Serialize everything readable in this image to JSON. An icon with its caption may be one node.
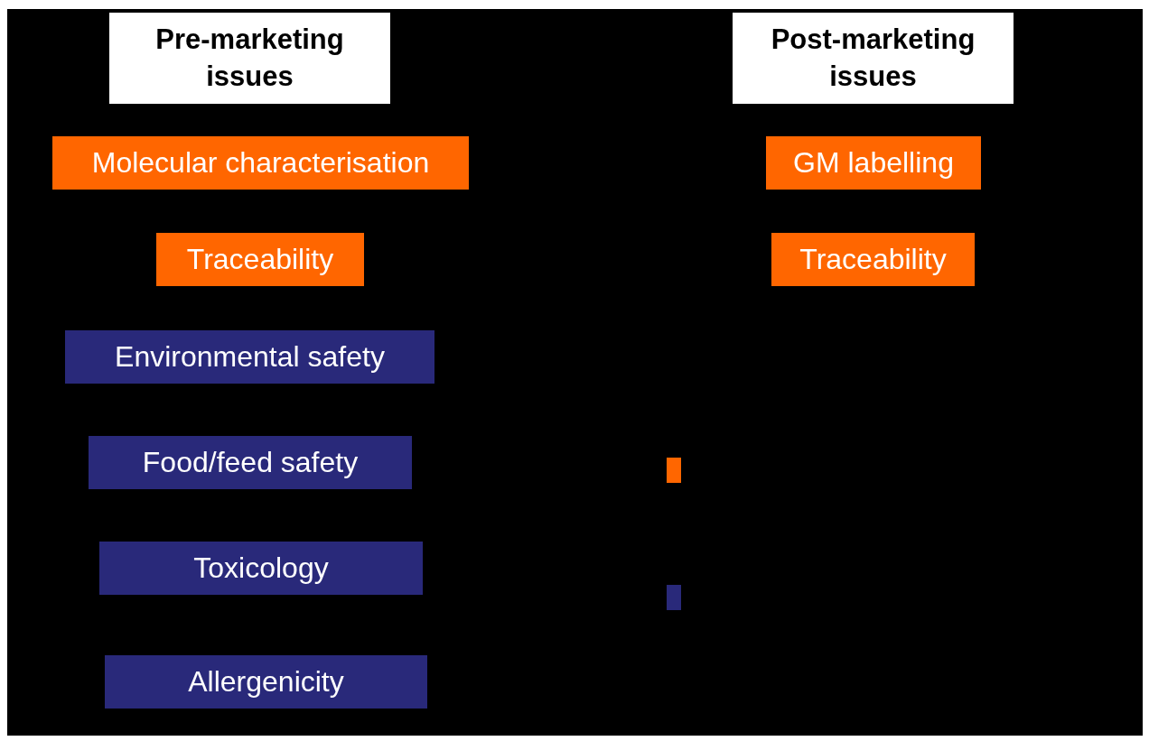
{
  "diagram": {
    "nodes": [
      {
        "text": [
          "Pre-marketing issues"
        ]
      },
      {
        "text": [
          "Post-marketing issues"
        ]
      },
      {
        "text": [
          "Molecular characterisation"
        ]
      },
      {
        "text": [
          "GM labelling"
        ]
      },
      {
        "text": [
          "Traceability"
        ]
      },
      {
        "text": [
          "Traceability"
        ]
      },
      {
        "text": [
          "Environmental safety"
        ]
      },
      {
        "text": [
          "Food/feed safety"
        ]
      },
      {
        "text": [],
        "shape": "box"
      },
      {
        "text": [
          "Toxicology"
        ]
      },
      {
        "text": [],
        "shape": "box"
      },
      {
        "text": [
          "Allergenicity"
        ]
      }
    ]
  }
}
